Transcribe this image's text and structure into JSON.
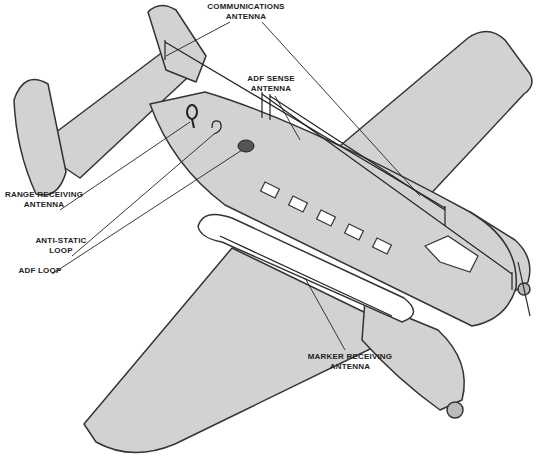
{
  "diagram": {
    "labels": [
      "COMMUNICATIONS ANTENNA",
      "ADF SENSE ANTENNA",
      "RANGE RECEIVING ANTENNA",
      "ANTI-STATIC LOOP",
      "ADF LOOP",
      "MARKER RECEIVING ANTENNA"
    ]
  }
}
